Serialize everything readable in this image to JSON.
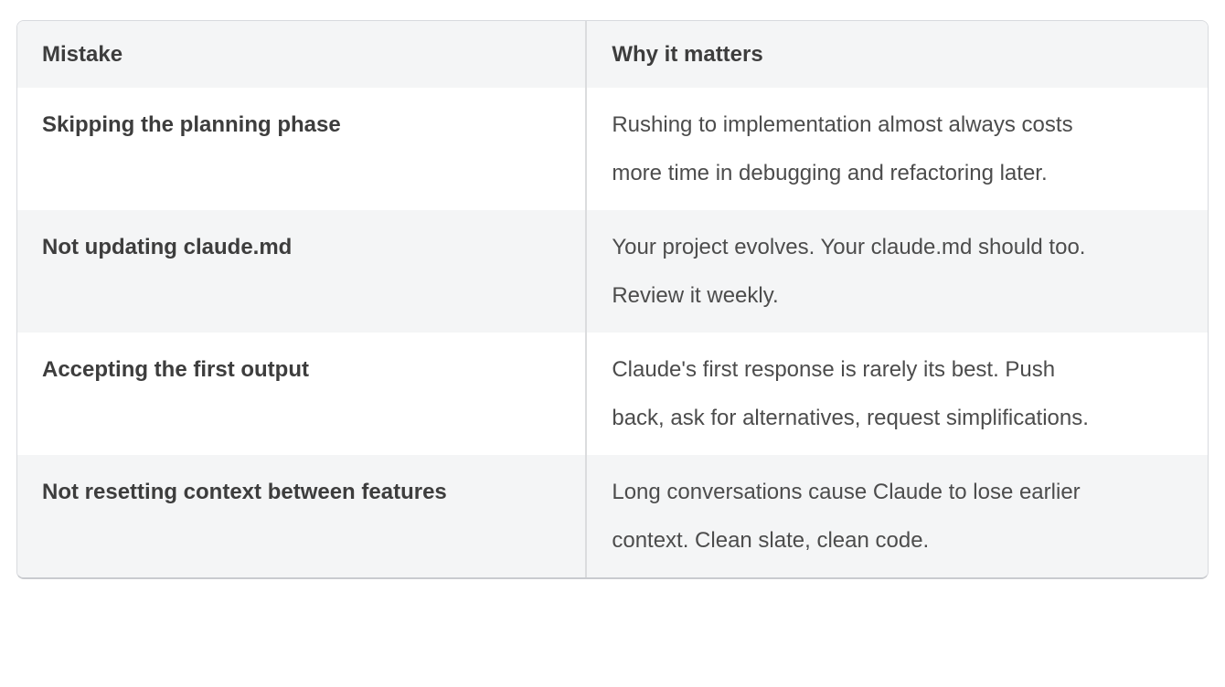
{
  "table": {
    "columns": [
      {
        "label": "Mistake"
      },
      {
        "label": "Why it matters"
      }
    ],
    "rows": [
      {
        "mistake": "Skipping the planning phase",
        "why": "Rushing to implementation almost always costs more time in debugging and refactoring later."
      },
      {
        "mistake": "Not updating claude.md",
        "why": "Your project evolves. Your claude.md should too. Review it weekly."
      },
      {
        "mistake": "Accepting the first output",
        "why": "Claude's first response is rarely its best. Push back, ask for alternatives, request simplifications."
      },
      {
        "mistake": "Not resetting context between features",
        "why": "Long conversations cause Claude to lose earlier context. Clean slate, clean code."
      }
    ]
  },
  "theme": {
    "colors": {
      "page_bg": "#ffffff",
      "row_alt_bg": "#f4f5f6",
      "border": "#d8dade",
      "bottom_border": "#c9cbcf",
      "divider": "#dbdcde",
      "text": "#4c4c4c",
      "heading_text": "#3d3d3d"
    }
  }
}
